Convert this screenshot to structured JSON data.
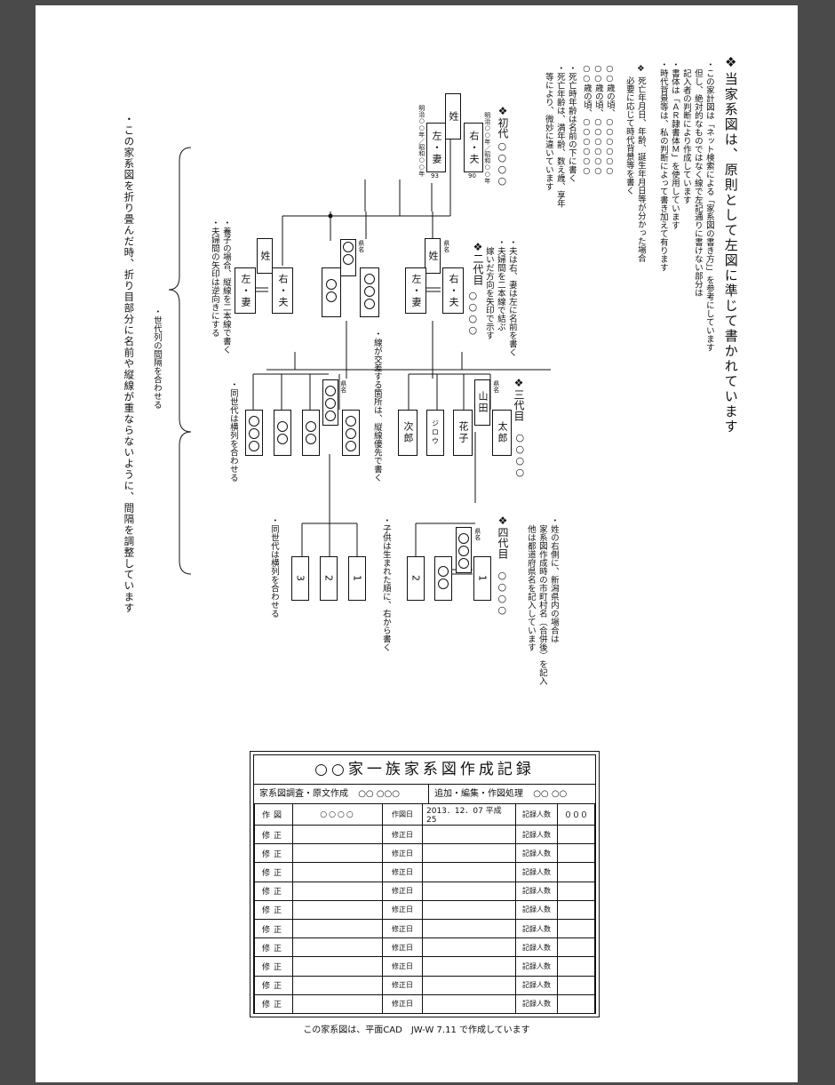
{
  "header": {
    "title": "当家系図は、原則として左図に準じて書かれています",
    "notes": [
      "・この家計図は「ネット検索による「家系図の書き方」」を参考にしています",
      "　但し、絶対的なものではなく線で左記通りに書けない部分は",
      "　記入者の判断により作成しています",
      "・書体は「ＡＲ隷書体Ｍ」を使用しています",
      "・時代背景等は、私の判断によって書き加えて有ります"
    ],
    "death_note": "死亡年月日、年齢、誕生年月日等が分かった場合",
    "death_note2": "必要に応じて時代背景等を書く",
    "age_lines": [
      "○○歳の頃、○○○○○○",
      "○○歳の頃、○○○○○○",
      "○○歳の頃、○○○○○○"
    ],
    "age_note1": "・死亡時年齢は名前の下に書く",
    "age_note2": "・死亡年齢は、満年齢、数え歳、享年",
    "age_note3": "　等により、微妙に違いています"
  },
  "generations": {
    "g1": "初代",
    "g2": "二代目",
    "g3": "三代目",
    "g4": "四代目",
    "placeholder": "○○○○"
  },
  "tree": {
    "surname": "姓",
    "husband": "右・夫",
    "wife": "左・妻",
    "husband_age": "90",
    "wife_age": "93",
    "husband_dates": "明治○○年／昭和○○年",
    "wife_dates": "明治○○年／昭和○○年",
    "pref": "県名",
    "yamada": "山田",
    "taro": "太郎",
    "hanako": "花子",
    "jiro_kana": "ジロウ",
    "jiro": "次郎",
    "children": [
      "1",
      "2",
      "3",
      "1",
      "2"
    ]
  },
  "annotations": {
    "a1": "・夫は右、妻は左に名前を書く",
    "a2": "・夫婦間を二本線で結ぶ",
    "a3": "　嫁いだ方向を矢印で示す",
    "a4": "・養子の場合、縦線を二本線で書く",
    "a5": "・夫婦間の矢印は逆向きにする",
    "a6": "・線が交差する箇所は、縦線優先で書く",
    "a7": "・同世代は横列を合わせる",
    "a8": "・世代列の間隔を合わせる",
    "a9": "・子供は生まれた順に、右から書く",
    "a10": "・同世代は横列を合わせる",
    "a11": "・姓の右側に、新潟県内の場合は",
    "a12": "　家系図作成時の市町村名（合併後）を記入",
    "a13": "　他は都道府県名を記入しています",
    "fold": "・この家系図を折り畳んだ時、折り目部分に名前や縦線が重ならないように、間隔を調整しています"
  },
  "record": {
    "title": "○○家一族家系図作成記録",
    "survey_label": "家系図調査・原文作成",
    "survey_value": "○○ ○○○",
    "edit_label": "追加・編集・作図処理",
    "edit_value": "○○ ○○",
    "rows": [
      {
        "label": "作図",
        "name": "○○○○",
        "date_label": "作図日",
        "date": "2013．12．07 平成25",
        "count_label": "記録人数",
        "count": "０００"
      },
      {
        "label": "修正",
        "name": "",
        "date_label": "修正日",
        "date": "",
        "count_label": "記録人数",
        "count": ""
      },
      {
        "label": "修正",
        "name": "",
        "date_label": "修正日",
        "date": "",
        "count_label": "記録人数",
        "count": ""
      },
      {
        "label": "修正",
        "name": "",
        "date_label": "修正日",
        "date": "",
        "count_label": "記録人数",
        "count": ""
      },
      {
        "label": "修正",
        "name": "",
        "date_label": "修正日",
        "date": "",
        "count_label": "記録人数",
        "count": ""
      },
      {
        "label": "修正",
        "name": "",
        "date_label": "修正日",
        "date": "",
        "count_label": "記録人数",
        "count": ""
      },
      {
        "label": "修正",
        "name": "",
        "date_label": "修正日",
        "date": "",
        "count_label": "記録人数",
        "count": ""
      },
      {
        "label": "修正",
        "name": "",
        "date_label": "修正日",
        "date": "",
        "count_label": "記録人数",
        "count": ""
      },
      {
        "label": "修正",
        "name": "",
        "date_label": "修正日",
        "date": "",
        "count_label": "記録人数",
        "count": ""
      },
      {
        "label": "修正",
        "name": "",
        "date_label": "修正日",
        "date": "",
        "count_label": "記録人数",
        "count": ""
      },
      {
        "label": "修正",
        "name": "",
        "date_label": "修正日",
        "date": "",
        "count_label": "記録人数",
        "count": ""
      }
    ],
    "footer": "この家系図は、平面CAD　JW-W 7.11 で作成しています"
  }
}
